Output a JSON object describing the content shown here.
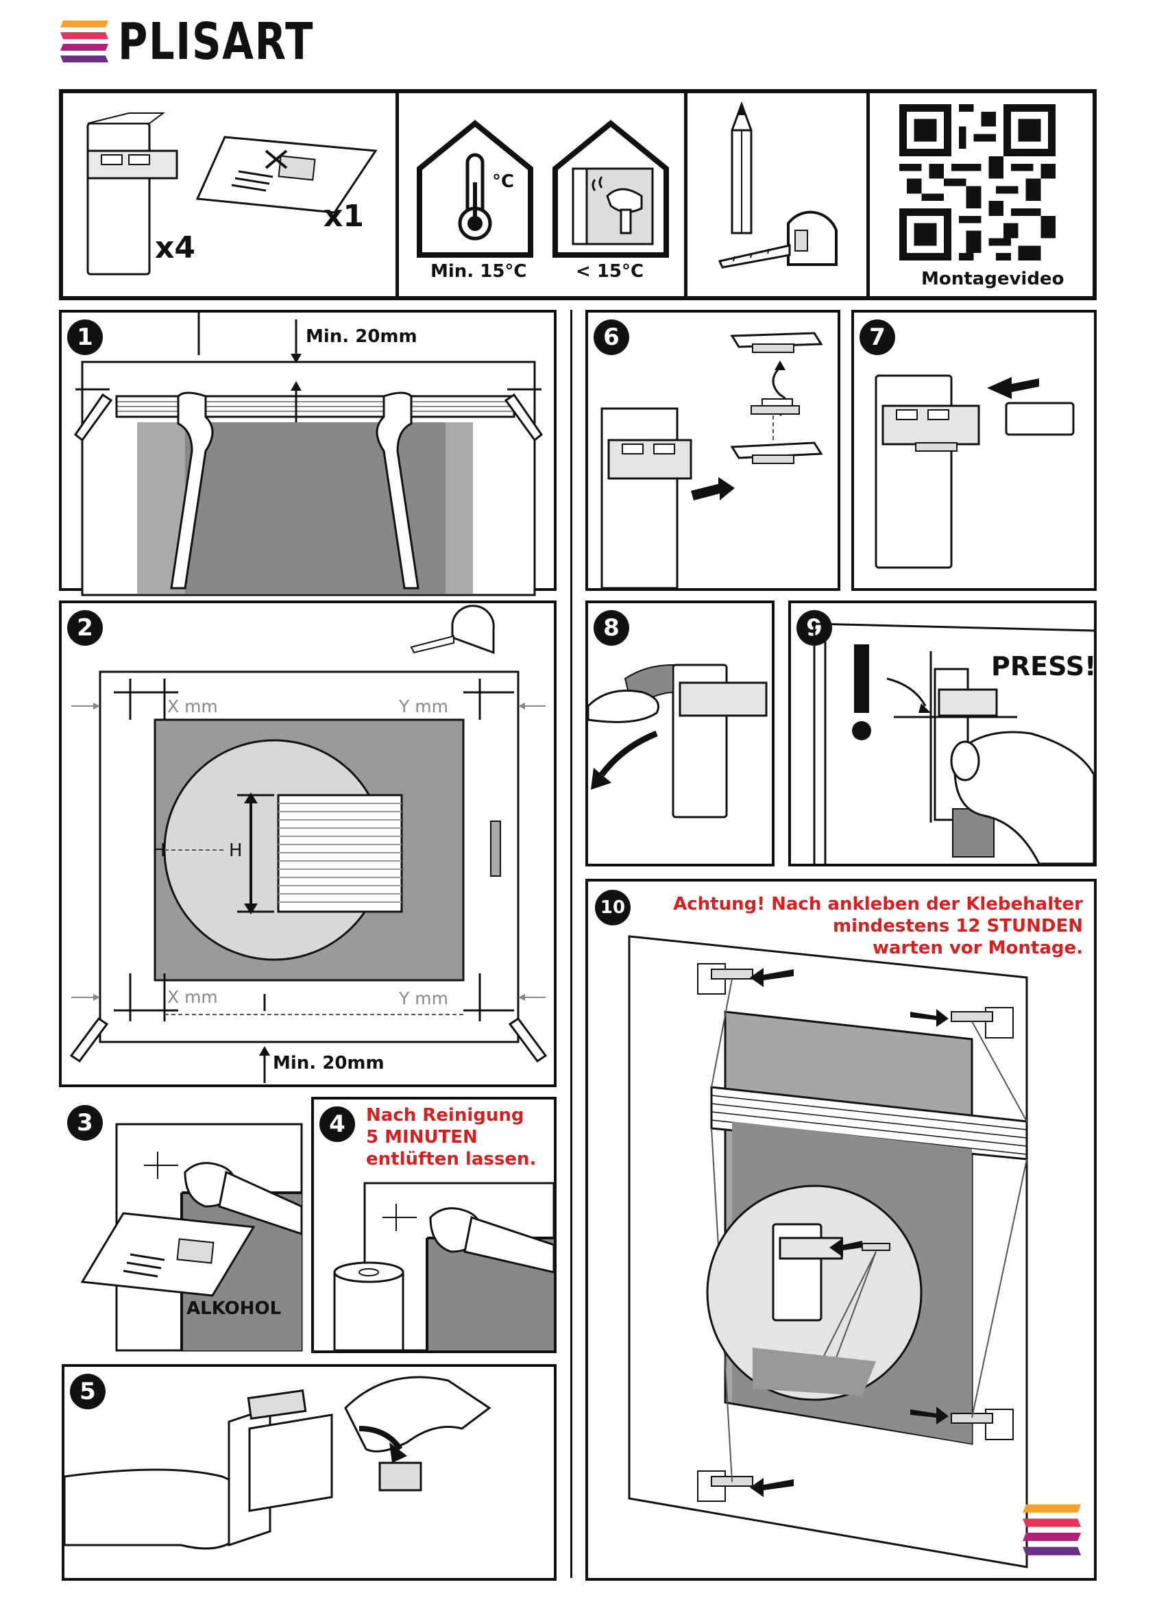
{
  "brand": {
    "name": "PLISART",
    "colors": [
      "#f6a22a",
      "#e8345a",
      "#b0217a",
      "#6d2e86"
    ]
  },
  "header": {
    "parts": {
      "bracket_count": "x4",
      "sheet_count": "x1"
    },
    "temperature": {
      "min_label": "Min. 15°C",
      "low_label": "< 15°C",
      "unit": "°C"
    },
    "qr": {
      "label": "Montagevideo"
    }
  },
  "steps": {
    "s1": {
      "num": "1",
      "min_label": "Min. 20mm"
    },
    "s2": {
      "num": "2",
      "x_top": "X mm",
      "y_top": "Y mm",
      "x_bottom": "X mm",
      "y_bottom": "Y mm",
      "h_left": "H",
      "h_right": "H",
      "min_label": "Min. 20mm"
    },
    "s3": {
      "num": "3",
      "alcohol": "ALKOHOL"
    },
    "s4": {
      "num": "4",
      "note": [
        "Nach Reinigung",
        "5 MINUTEN",
        "entlüften lassen."
      ]
    },
    "s5": {
      "num": "5"
    },
    "s6": {
      "num": "6"
    },
    "s7": {
      "num": "7"
    },
    "s8": {
      "num": "8"
    },
    "s9": {
      "num": "9",
      "press": "PRESS!"
    },
    "s10": {
      "num": "10",
      "warning": [
        "Achtung!  Nach ankleben der Klebehalter",
        "mindestens 12 STUNDEN",
        "warten vor Montage."
      ]
    }
  }
}
